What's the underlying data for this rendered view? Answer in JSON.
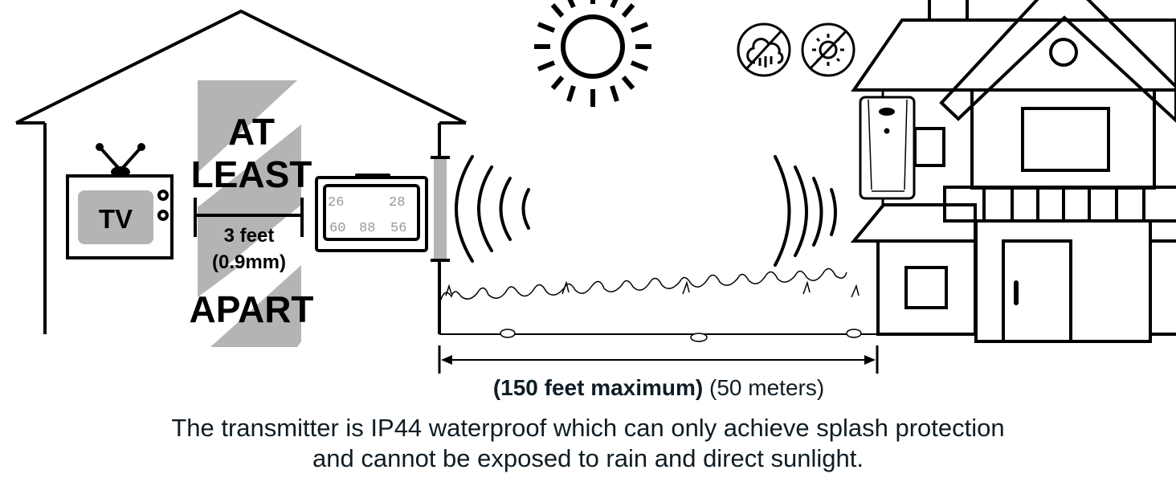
{
  "tv_label": "TV",
  "distance_note": {
    "line1": "AT",
    "line2": "LEAST",
    "measure": "3 feet",
    "measure_metric": "(0.9mm)",
    "line3": "APART"
  },
  "range": {
    "imperial": "(150 feet maximum)",
    "metric": "(50 meters)"
  },
  "caption": {
    "line1": "The transmitter is IP44 waterproof which can only achieve splash protection",
    "line2": "and cannot be exposed to rain and direct sunlight."
  },
  "icons": [
    "sun-icon",
    "no-rain-icon",
    "no-sunlight-icon",
    "signal-waves-icon",
    "tv-icon",
    "display-unit-icon",
    "transmitter-icon"
  ],
  "colors": {
    "stripe": "#b4b4b4",
    "text": "#0f1c24",
    "line": "#000000"
  }
}
